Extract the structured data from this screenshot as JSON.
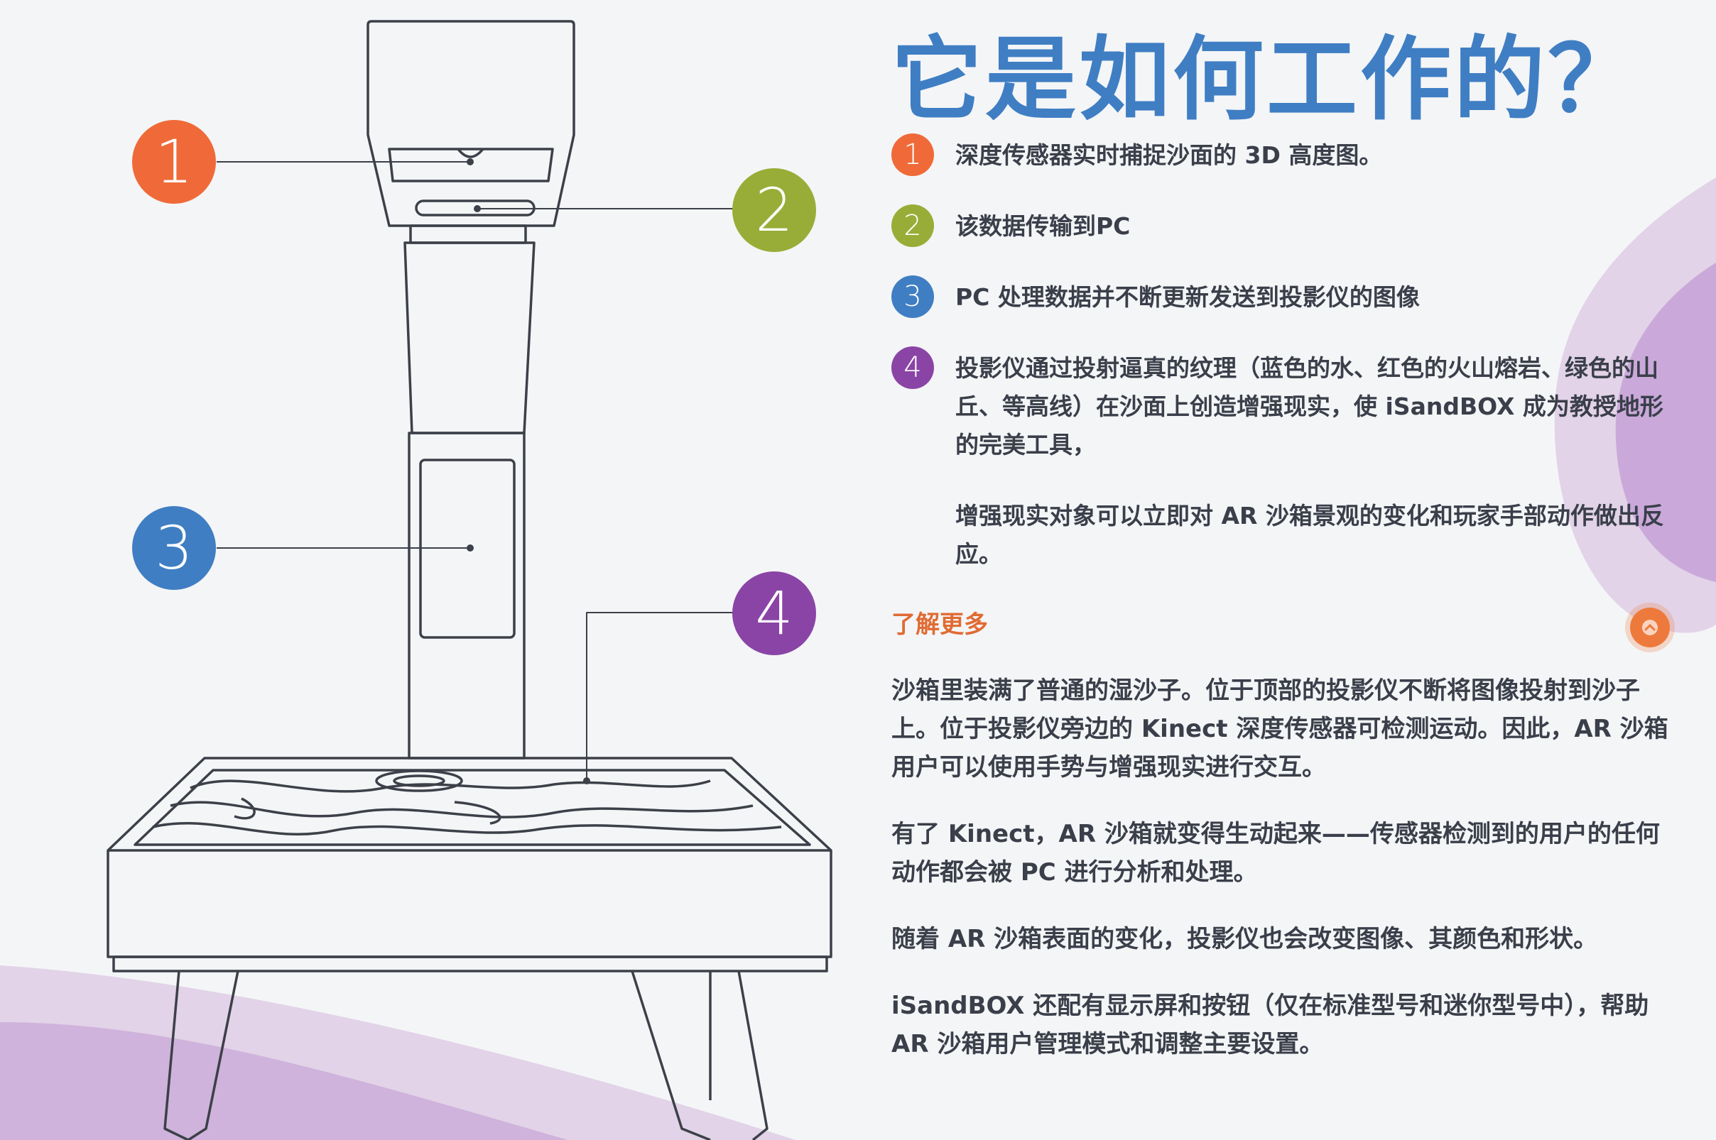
{
  "title": "它是如何工作的？",
  "callouts": [
    {
      "number": "1",
      "color": "#ef6a38"
    },
    {
      "number": "2",
      "color": "#98ad37"
    },
    {
      "number": "3",
      "color": "#3f7ec3"
    },
    {
      "number": "4",
      "color": "#8a44a6"
    }
  ],
  "steps": [
    {
      "number": "1",
      "color": "#ef6a38",
      "text": "深度传感器实时捕捉沙面的 3D 高度图。"
    },
    {
      "number": "2",
      "color": "#98ad37",
      "text": "该数据传输到PC"
    },
    {
      "number": "3",
      "color": "#3f7ec3",
      "text": "PC 处理数据并不断更新发送到投影仪的图像"
    },
    {
      "number": "4",
      "color": "#8a44a6",
      "text": "投影仪通过投射逼真的纹理（蓝色的水、红色的火山熔岩、绿色的山丘、等高线）在沙面上创造增强现实，使 iSandBOX 成为教授地形的完美工具，"
    }
  ],
  "step4_extra": "增强现实对象可以立即对 AR 沙箱景观的变化和玩家手部动作做出反应。",
  "learn_more": "了解更多",
  "paragraphs": [
    "沙箱里装满了普通的湿沙子。位于顶部的投影仪不断将图像投射到沙子上。位于投影仪旁边的 Kinect 深度传感器可检测运动。因此，AR 沙箱用户可以使用手势与增强现实进行交互。",
    "有了 Kinect，AR 沙箱就变得生动起来——传感器检测到的用户的任何动作都会被 PC 进行分析和处理。",
    "随着 AR 沙箱表面的变化，投影仪也会改变图像、其颜色和形状。",
    "iSandBOX 还配有显示屏和按钮（仅在标准型号和迷你型号中），帮助 AR 沙箱用户管理模式和调整主要设置。"
  ],
  "colors": {
    "accent_blue": "#3f7ec3",
    "accent_orange": "#e06b33",
    "text": "#3a3f4a",
    "purple_light": "#e2d3e8",
    "purple_mid": "#c9a9d8"
  },
  "icons": {
    "scroll_top": "chevron-up-icon"
  }
}
